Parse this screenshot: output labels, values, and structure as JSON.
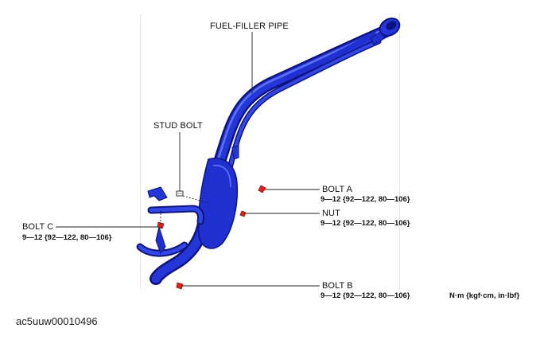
{
  "labels": {
    "fuel_filler_pipe": "FUEL-FILLER PIPE",
    "stud_bolt": "STUD BOLT",
    "bolt_a": "BOLT A",
    "bolt_a_torque": "9—12 {92—122, 80—106}",
    "nut": "NUT",
    "nut_torque": "9—12 {92—122, 80—106}",
    "bolt_c": "BOLT C",
    "bolt_c_torque": "9—12 {92—122, 80—106}",
    "bolt_b": "BOLT B",
    "bolt_b_torque": "9—12 {92—122, 80—106}",
    "units": "N·m {kgf·cm, in·lbf}"
  },
  "figure_id": "ac5uuw00010496",
  "colors": {
    "pipe": "#1f2fd0",
    "pipe_dark": "#0d1480",
    "pipe_highlight": "#5d74ff",
    "fastener": "#e0201a",
    "leader": "#222222"
  }
}
